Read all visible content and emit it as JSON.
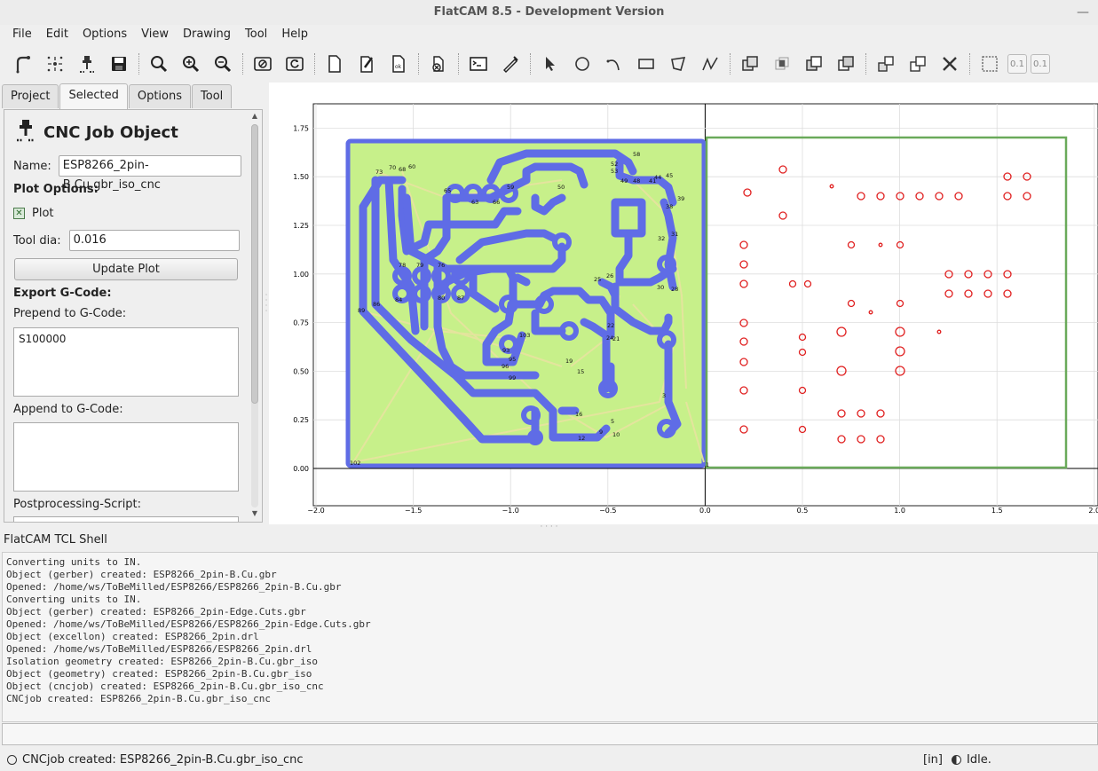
{
  "window": {
    "title": "FlatCAM 8.5 - Development Version",
    "minimize": "—"
  },
  "menu": [
    "File",
    "Edit",
    "Options",
    "View",
    "Drawing",
    "Tool",
    "Help"
  ],
  "toolbar": {
    "icons": [
      "open-gerber-icon",
      "open-excellon-icon",
      "open-gcode-icon",
      "save-project-icon",
      "zoom-fit-icon",
      "zoom-in-icon",
      "zoom-out-icon",
      "replot-icon",
      "clear-plot-icon",
      "new-geometry-icon",
      "edit-geometry-icon",
      "update-geometry-icon",
      "delete-icon",
      "shell-icon",
      "measure-icon",
      "select-icon",
      "circle-icon",
      "arc-icon",
      "rectangle-icon",
      "polygon-icon",
      "path-icon",
      "union-icon",
      "intersection-icon",
      "subtraction-icon",
      "cut-icon",
      "move-icon",
      "copy-icon",
      "delete-shape-icon",
      "grid-snap-icon"
    ],
    "snap_x": "0.1",
    "snap_y": "0.1"
  },
  "tabs": [
    "Project",
    "Selected",
    "Options",
    "Tool"
  ],
  "panel": {
    "title": "CNC Job Object",
    "name_label": "Name:",
    "name_value": "ESP8266_2pin-B.Cu.gbr_iso_cnc",
    "plot_options": "Plot Options:",
    "plot_label": "Plot",
    "tool_dia_label": "Tool dia:",
    "tool_dia_value": "0.016",
    "update_plot": "Update Plot",
    "export_gcode": "Export G-Code:",
    "prepend_label": "Prepend to G-Code:",
    "prepend_value": "S100000",
    "append_label": "Append to G-Code:",
    "append_value": "",
    "postprocessing_label": "Postprocessing-Script:"
  },
  "plot": {
    "x_ticks": [
      "−2.0",
      "−1.5",
      "−1.0",
      "−0.5",
      "0.0",
      "0.5",
      "1.0",
      "1.5",
      "2.0"
    ],
    "y_ticks": [
      "0.00",
      "0.25",
      "0.50",
      "0.75",
      "1.00",
      "1.25",
      "1.50",
      "1.75"
    ],
    "pad_labels": [
      "73",
      "70",
      "68",
      "60",
      "65",
      "63",
      "66",
      "59",
      "50",
      "58",
      "52",
      "53",
      "49",
      "48",
      "45",
      "44",
      "41",
      "39",
      "38",
      "32",
      "31",
      "30",
      "28",
      "25",
      "26",
      "24",
      "22",
      "21",
      "78",
      "79",
      "76",
      "84",
      "80",
      "87",
      "89",
      "86",
      "103",
      "93",
      "95",
      "96",
      "99",
      "19",
      "15",
      "16",
      "12",
      "5",
      "9",
      "10",
      "3",
      "102",
      "1"
    ],
    "colors": {
      "board": "#c7f08a",
      "trace": "#5f6ce6",
      "outline": "#6aaa5a",
      "drill": "#e02020",
      "rats": "#e8e3a0"
    }
  },
  "shell": {
    "title": "FlatCAM TCL Shell",
    "lines": [
      "Converting units to IN.",
      "Object (gerber) created: ESP8266_2pin-B.Cu.gbr",
      "Opened: /home/ws/ToBeMilled/ESP8266/ESP8266_2pin-B.Cu.gbr",
      "Converting units to IN.",
      "Object (gerber) created: ESP8266_2pin-Edge.Cuts.gbr",
      "Opened: /home/ws/ToBeMilled/ESP8266/ESP8266_2pin-Edge.Cuts.gbr",
      "Object (excellon) created: ESP8266_2pin.drl",
      "Opened: /home/ws/ToBeMilled/ESP8266/ESP8266_2pin.drl",
      "Isolation geometry created: ESP8266_2pin-B.Cu.gbr_iso",
      "Object (geometry) created: ESP8266_2pin-B.Cu.gbr_iso",
      "Object (cncjob) created: ESP8266_2pin-B.Cu.gbr_iso_cnc",
      "CNCjob created: ESP8266_2pin-B.Cu.gbr_iso_cnc"
    ]
  },
  "status": {
    "message": "CNCjob created: ESP8266_2pin-B.Cu.gbr_iso_cnc",
    "units": "[in]",
    "state": "Idle."
  }
}
